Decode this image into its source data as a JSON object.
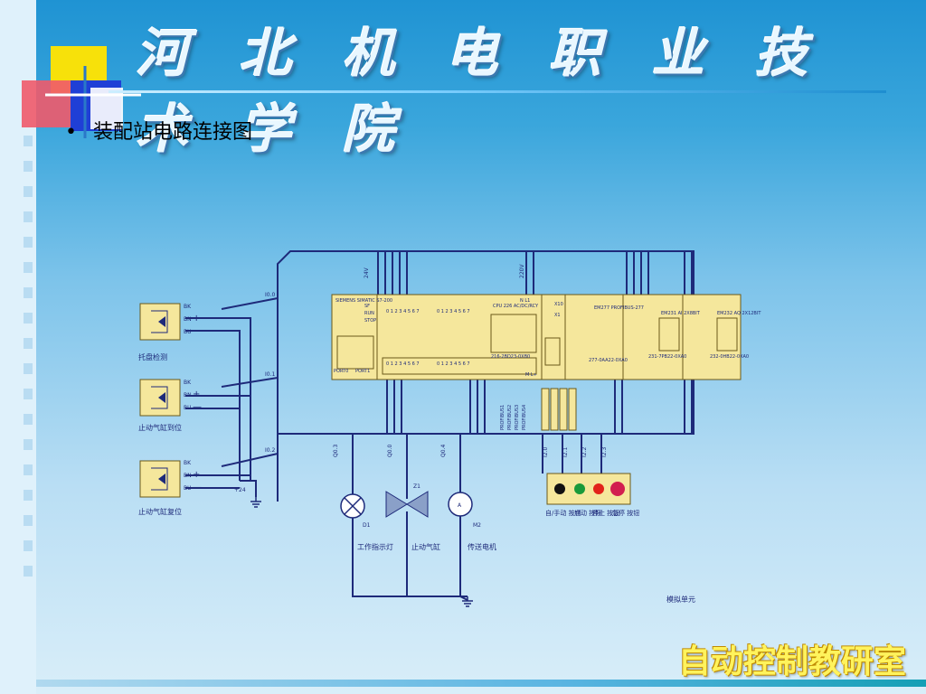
{
  "header": {
    "title": "河 北 机 电 职 业 技 术 学 院"
  },
  "content": {
    "bullet": "•",
    "heading": "装配站电路连接图"
  },
  "diagram": {
    "inputs": {
      "i00": "I0.0",
      "i01": "I0.1",
      "i02": "I0.2"
    },
    "wire_labels": {
      "bk": "BK",
      "bn": "BN",
      "bu": "BU",
      "plus": "+",
      "minus": "—",
      "v24": "+24"
    },
    "sensors": [
      {
        "label": "托盘检测"
      },
      {
        "label": "止动气缸到位"
      },
      {
        "label": "止动气缸复位"
      }
    ],
    "plc": {
      "power_label_24v": "24V",
      "power_label_220v": "220V",
      "n_l1": "N  L1",
      "siemens": "SIEMENS\nSIMATIC\nS7-200",
      "sf": "SF",
      "run": "RUN",
      "stop": "STOP",
      "port0": "PORT0",
      "port1": "PORT1",
      "cpu_model": "CPU 226\nAC/DC/RCY",
      "cpu_order": "216-2BD23-0XB0",
      "io_numbers": "0 1 2 3 4 5 6 7",
      "m_l": "M  L+",
      "em277": "EM277\nPROFIBUS-277",
      "em277_order": "277-0AA22-0XA0",
      "em231": "EM231\nAI 2X8BIT",
      "em231_order": "231-7PB22-0XA0",
      "em232": "EM232\nAQ 2X12BIT",
      "em232_order": "232-0HB22-0XA0",
      "x10": "X10",
      "x1": "X1",
      "profibus": [
        "PROFIBUS1",
        "PROFIBUS2",
        "PROFIBUS3",
        "PROFIBUS4"
      ]
    },
    "outputs": {
      "q03": "Q0.3",
      "q00": "Q0.0",
      "q04": "Q0.4"
    },
    "devices": {
      "d1": "D1",
      "z1": "Z1",
      "m2": "M2",
      "motor_letter": "A",
      "lamp_label": "工作指示灯",
      "valve_label": "止动气缸",
      "motor_label": "传送电机"
    },
    "buttons": {
      "inputs": [
        "I2.0",
        "I2.1",
        "I2.2",
        "I2.3"
      ],
      "labels": [
        "自/手动\n按钮",
        "启动\n按钮",
        "停止\n按钮",
        "急停\n按钮"
      ],
      "colors": [
        "#111111",
        "#1a9a3a",
        "#e2231a",
        "#d21f4f"
      ]
    },
    "analog_unit": "模拟单元"
  },
  "footer": {
    "label": "自动控制教研室"
  },
  "colors": {
    "wire": "#1e2a7a",
    "plc_body": "#f5e79c",
    "plc_border": "#6a5a1a"
  }
}
